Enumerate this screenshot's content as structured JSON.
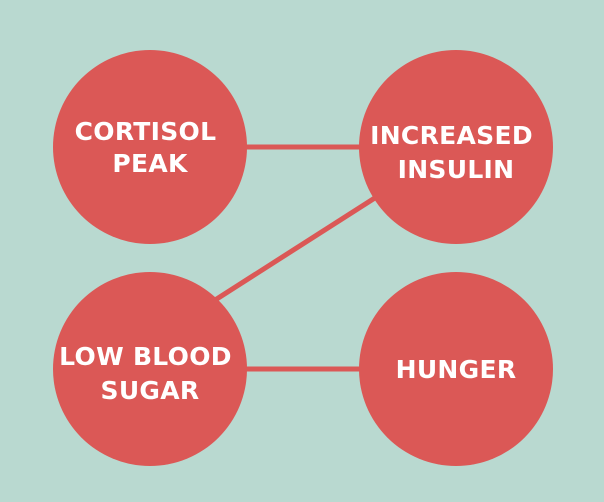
{
  "colors": {
    "background": "#b9d9d0",
    "node_fill": "#db5856",
    "connector": "#db5856",
    "label_text": "#ffffff"
  },
  "nodes": {
    "cortisol_peak": {
      "line1": "CORTISOL",
      "line2": "PEAK"
    },
    "increased_insulin": {
      "line1": "INCREASED",
      "line2": "INSULIN"
    },
    "low_blood_sugar": {
      "line1": "LOW BLOOD",
      "line2": "SUGAR"
    },
    "hunger": {
      "line1": "HUNGER"
    }
  }
}
